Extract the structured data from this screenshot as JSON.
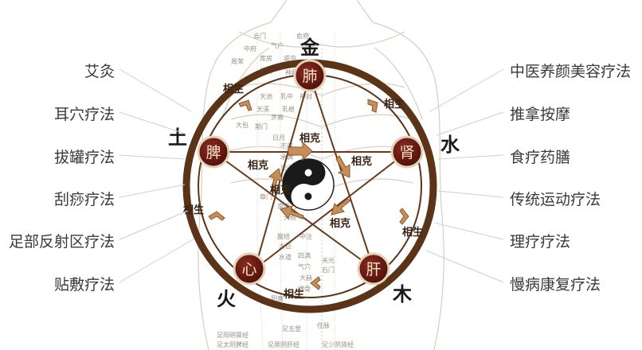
{
  "left_therapies": [
    "艾灸",
    "耳穴疗法",
    "拔罐疗法",
    "刮痧疗法",
    "足部反射区疗法",
    "贴敷疗法"
  ],
  "right_therapies": [
    "中医养颜美容疗法",
    "推拿按摩",
    "食疗药膳",
    "传统运动疗法",
    "理疗疗法",
    "慢病康复疗法"
  ],
  "elements": {
    "metal": "金",
    "water": "水",
    "wood": "木",
    "fire": "火",
    "earth": "土"
  },
  "organs": {
    "lung": "肺",
    "kidney": "肾",
    "liver": "肝",
    "heart": "心",
    "spleen": "脾"
  },
  "relations": {
    "generating": "相生",
    "restraining": "相克"
  },
  "acupoints": [
    "云门",
    "俞府",
    "气户",
    "中府",
    "库房",
    "或中",
    "周荣",
    "屋翳",
    "神藏",
    "天池",
    "乳中",
    "神封",
    "天溪",
    "乳根",
    "步廊",
    "大包",
    "期门",
    "日月",
    "不容",
    "承满",
    "梁门",
    "关门",
    "天枢",
    "章门",
    "滑肉门",
    "腹结",
    "大巨",
    "水道",
    "中注",
    "四满",
    "气穴",
    "关元",
    "石门",
    "大赫",
    "横骨",
    "阴廉",
    "足五里",
    "任脉",
    "足阳明胃经",
    "足太阴脾经",
    "足厥阴肝经",
    "足少阴肾经"
  ],
  "colors": {
    "ring": "#5b3418",
    "node_fill": "#6e1a12",
    "node_stroke": "#d9c7a8",
    "arrow_fill": "#c88e5a",
    "arrow_stroke": "#8a5a2e",
    "label_text": "#3a3a3a",
    "body_line": "#cfc2b4"
  }
}
